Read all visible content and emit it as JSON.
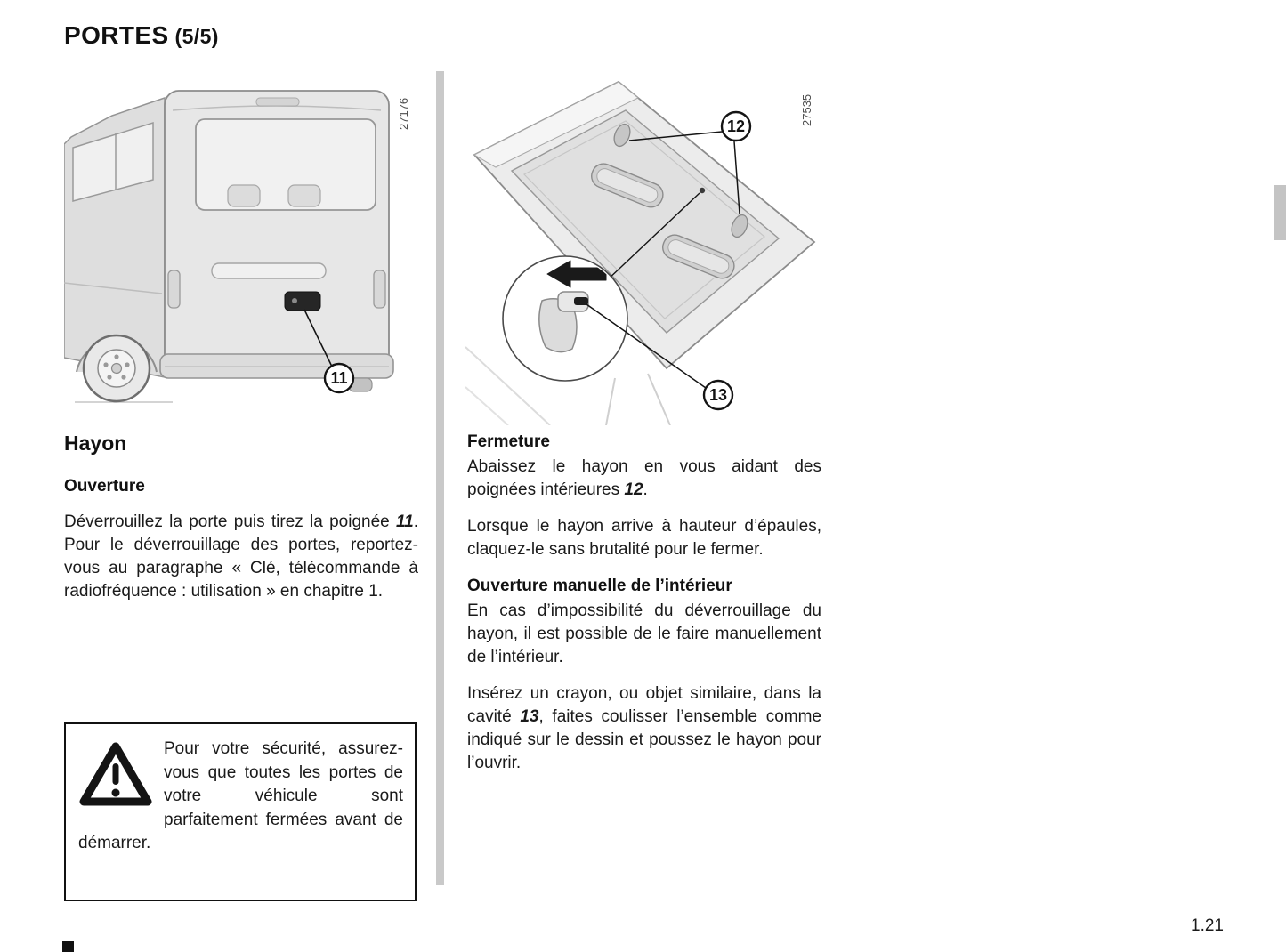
{
  "page": {
    "title": "PORTES",
    "title_suffix": "(5/5)",
    "number": "1.21"
  },
  "figures": {
    "van_rear": {
      "ref": "27176",
      "callout": "11"
    },
    "tailgate": {
      "ref": "27535",
      "callout_handles": "12",
      "callout_cavity": "13"
    }
  },
  "hayon": {
    "heading": "Hayon",
    "subheading": "Ouverture",
    "para": {
      "a": "Déverrouillez la porte puis tirez la poignée ",
      "num": "11",
      "b": ". Pour le déverrouillage des portes, reportez-vous au paragraphe « Clé, télécommande à radiofréquence : utilisation » en chapitre 1."
    }
  },
  "warning": {
    "text": "Pour votre sécurité, assurez-vous que toutes les portes de votre véhicule sont parfaitement fermées avant de démarrer."
  },
  "fermeture": {
    "heading": "Fermeture",
    "para1": {
      "a": "Abaissez le hayon en vous aidant des poignées intérieures ",
      "num": "12",
      "b": "."
    },
    "para2": "Lorsque le hayon arrive à hauteur d’épaules, claquez-le sans brutalité pour le fermer."
  },
  "ouverture_manuelle": {
    "heading": "Ouverture manuelle de l’intérieur",
    "para1": "En cas d’impossibilité du déverrouillage du hayon, il est possible de le faire manuellement de l’intérieur.",
    "para2": {
      "a": "Insérez un crayon, ou objet similaire, dans la cavité ",
      "num": "13",
      "b": ", faites coulisser l’ensemble comme indiqué sur le dessin et poussez le hayon pour l’ouvrir."
    }
  }
}
